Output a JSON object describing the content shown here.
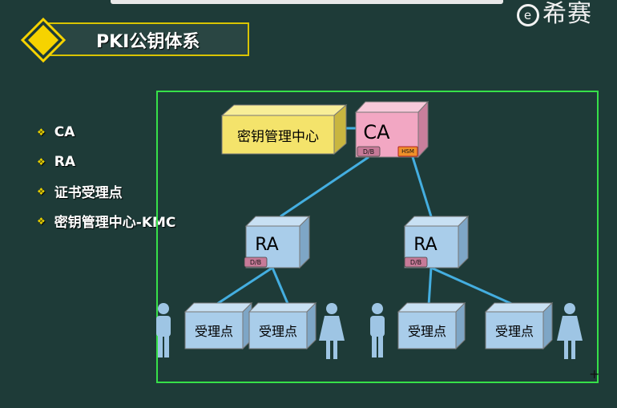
{
  "header": {
    "title": "PKI公钥体系",
    "brand_text": "希赛",
    "brand_icon": "e-ring-logo"
  },
  "bullets": [
    "CA",
    "RA",
    "证书受理点",
    "密钥管理中心-KMC"
  ],
  "diagram": {
    "kmc_label": "密钥管理中心",
    "ca_label": "CA",
    "ca_tag_db": "D/B",
    "ca_tag_hsm": "HSM",
    "ra_left_label": "RA",
    "ra_left_tag": "D/B",
    "ra_right_label": "RA",
    "ra_right_tag": "D/B",
    "point_labels": [
      "受理点",
      "受理点",
      "受理点",
      "受理点"
    ]
  },
  "colors": {
    "background": "#1e3b38",
    "accent_yellow": "#f6d300",
    "frame_green": "#36e049",
    "ca_pink": "#f2a7c3",
    "ra_blue": "#a9cdea",
    "kmc_yellow": "#f4e36b",
    "link_blue": "#44aee0"
  }
}
